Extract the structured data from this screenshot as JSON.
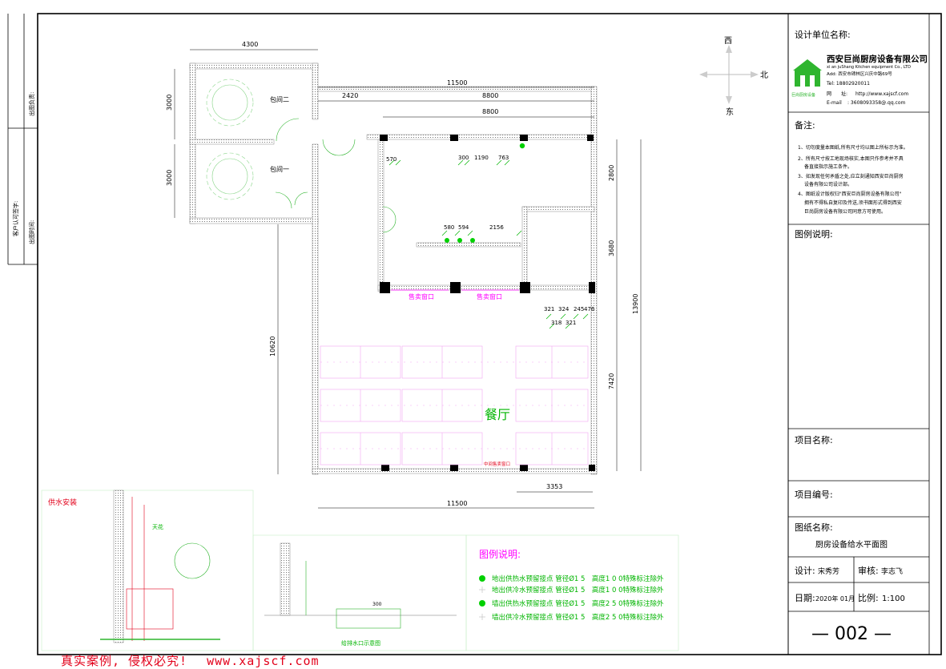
{
  "left_strip": {
    "drawing_owner_label": "出图负责:",
    "customer_approval_label": "客户认可签字:",
    "drawing_time_label": "出图时间:"
  },
  "compass": {
    "west": "西",
    "north": "北",
    "east": "东"
  },
  "title_block": {
    "design_unit_label": "设计单位名称:",
    "company_name_cn": "西安巨尚厨房设备有限公司",
    "company_name_en": "xi an juShang Kitchen equipment Co., LTD",
    "address": "Add: 西安市碑林区兴庆中路69号",
    "tel": "Tel: 18802920011",
    "web_label": "网　　址:",
    "web": "http://www.xajscf.com",
    "email_label": "E-mail",
    "email": ": 3608093358@.qq.com",
    "logo_caption": "巨尚厨房设备",
    "notes_label": "备注:",
    "notes": [
      "1、切勿度量本图纸,所有尺寸均以图上所标示为准。",
      "2、所有尺寸按工地现场核实,本图只作参考并不具",
      "备直接指示施工条件。",
      "3、如发现任何矛盾之处,应立刻通知西安巨尚厨房",
      "设备有限公司设计部。",
      "4、图纸设计版权归\"西安巨尚厨房设备有限公司\"",
      "拥有不得私自复印及传送,须书面形式得到西安",
      "巨尚厨房设备有限公司同意方可使用。"
    ],
    "drawing_desc_label": "图例说明:",
    "project_name_label": "项目名称:",
    "project_no_label": "项目编号:",
    "drawing_name_label": "图纸名称:",
    "drawing_name": "厨房设备给水平面图",
    "designer_label": "设计:",
    "designer": "宋秀芳",
    "reviewer_label": "审核:",
    "reviewer": "李志飞",
    "date_label": "日期:",
    "date": "2020年 01月",
    "scale_label": "比例:",
    "scale": "1:100",
    "sheet_number": "— 002 —"
  },
  "plan": {
    "rooms": {
      "private_room_2": "包间二",
      "private_room_1": "包间一",
      "dining_hall": "餐厅",
      "sales_window_left": "售卖窗口",
      "sales_window_right": "售卖窗口",
      "bottom_window": "中间售卖窗口"
    },
    "dimensions": {
      "top_room_width": "4300",
      "room2_height": "3000",
      "room1_height": "3000",
      "overall_width_top": "11500",
      "corridor_2420": "2420",
      "kitchen_8800_a": "8800",
      "kitchen_8800_b": "8800",
      "right_2800": "2800",
      "right_3680": "3680",
      "right_13900": "13900",
      "right_7420": "7420",
      "left_10620": "10620",
      "bottom_3353": "3353",
      "overall_width_bottom": "11500"
    },
    "point_labels": {
      "p570": "570",
      "p300": "300",
      "p1190": "1190",
      "p763": "763",
      "p580": "580",
      "p594": "594",
      "p2156": "2156",
      "p321a": "321",
      "p324": "324",
      "p245": "245",
      "p476": "476",
      "p318": "318",
      "p321b": "321"
    }
  },
  "water_supply_detail": {
    "title": "供水安装",
    "heater_label": "天花"
  },
  "drain_detail": {
    "caption": "给排水口示意图",
    "dim": "300"
  },
  "legend": {
    "title": "图例说明:",
    "items": [
      {
        "symbol": "filled-dot",
        "text": "地出供热水预留接点 管径Ø1 5　高度1 0 0特殊标注除外"
      },
      {
        "symbol": "cross",
        "text": "地出供冷水预留接点 管径Ø1 5　高度1 0 0特殊标注除外"
      },
      {
        "symbol": "filled-dot",
        "text": "墙出供热水预留接点 管径Ø1 5　高度2 5 0特殊标注除外"
      },
      {
        "symbol": "cross",
        "text": "墙出供冷水预留接点 管径Ø1 5　高度2 5 0特殊标注除外"
      }
    ]
  },
  "footer": {
    "watermark_left": "真实案例, 侵权必究!",
    "watermark_right": "www.xajscf.com"
  },
  "colors": {
    "green": "#00b400",
    "magenta": "#ff00ff",
    "pink": "#f2a6f2",
    "red": "#e2001a",
    "wall": "#666666"
  }
}
